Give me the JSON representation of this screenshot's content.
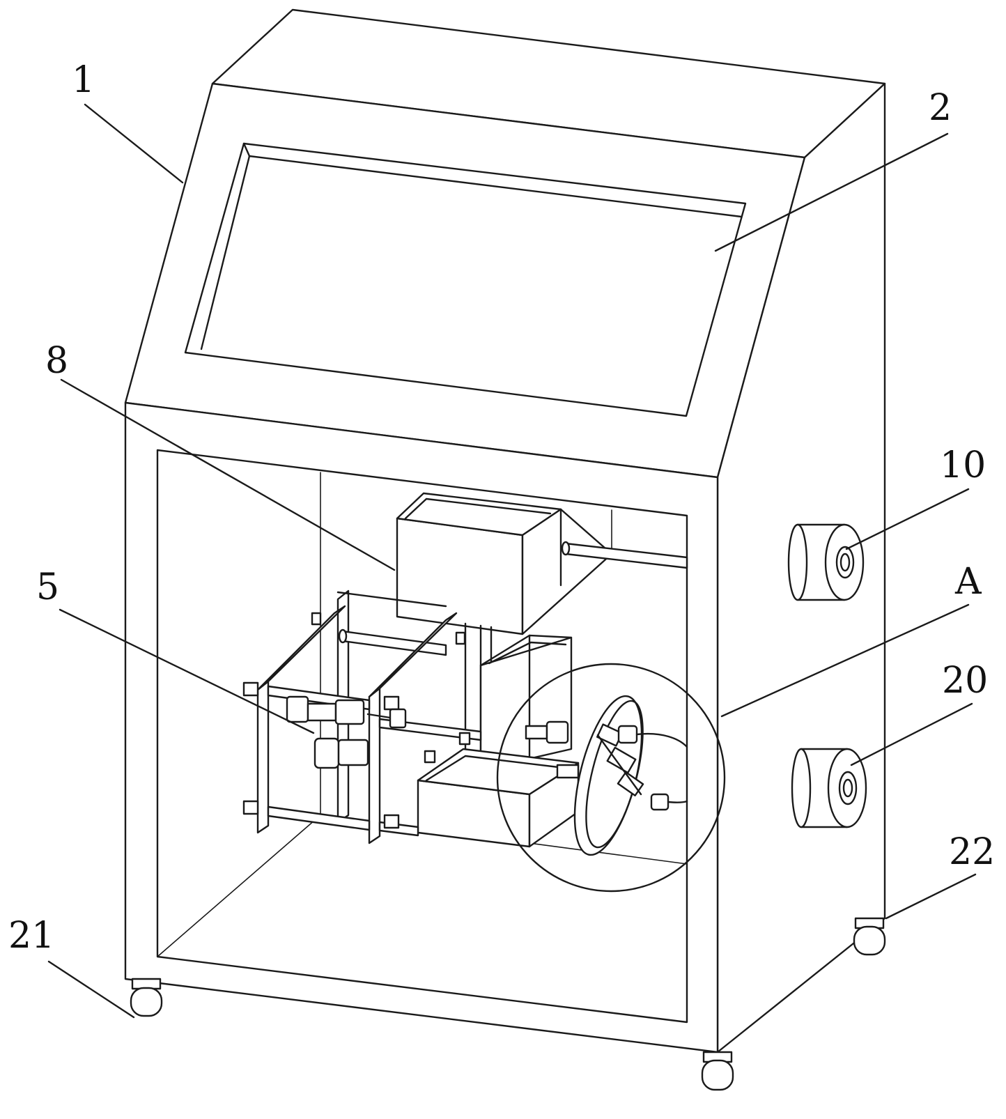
{
  "colors": {
    "line": "#1a1a1a",
    "background": "#ffffff"
  },
  "labels": {
    "l1": "1",
    "l2": "2",
    "l8": "8",
    "l5": "5",
    "l10": "10",
    "lA": "A",
    "l20": "20",
    "l22": "22",
    "l21": "21"
  }
}
